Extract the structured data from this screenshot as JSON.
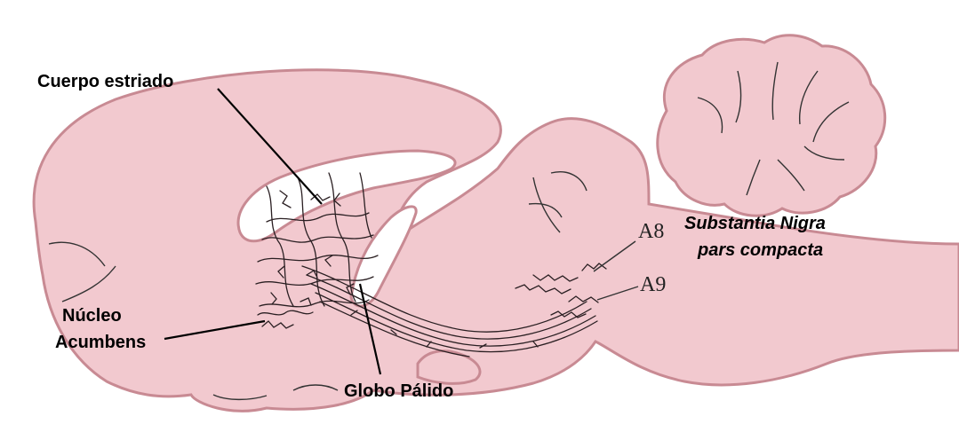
{
  "labels": {
    "striatum": "Cuerpo estriado",
    "accumbens_line1": "Núcleo",
    "accumbens_line2": "Acumbens",
    "globus_pallidus": "Globo Pálido",
    "a8": "A8",
    "a9": "A9",
    "snc_line1": "Substantia Nigra",
    "snc_line2": "pars compacta"
  },
  "colors": {
    "tissue_fill": "#f2c9cf",
    "tissue_edge": "#c88a93",
    "fibers": "#2a1f22",
    "labels": "#000000"
  }
}
